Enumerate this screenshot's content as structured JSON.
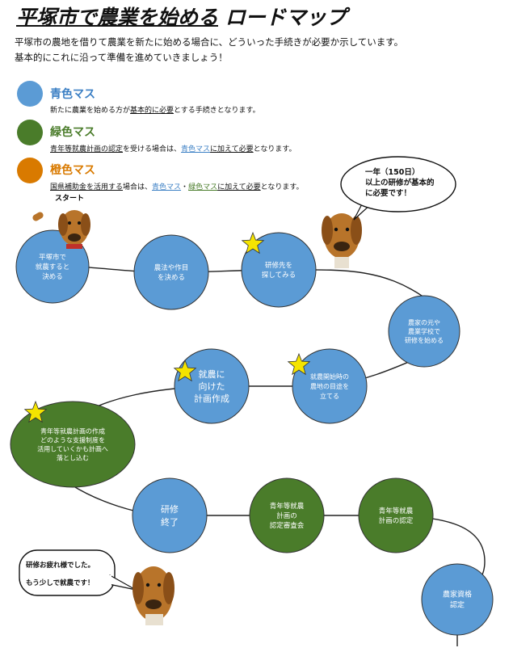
{
  "title": {
    "part1": "平塚市で農業を始める",
    "part2": "ロードマップ"
  },
  "intro": {
    "line1": "平塚市の農地を借りて農業を新たに始める場合に、どういった手続きが必要か示しています。",
    "line2": "基本的にこれに沿って準備を進めていきましょう！"
  },
  "legend": {
    "blue_title": "青色マス",
    "blue_desc_a": "新たに農業を始める方が",
    "blue_desc_b": "基本的に必要",
    "blue_desc_c": "とする手続きとなります。",
    "green_title": "緑色マス",
    "green_desc_a": "青年等就農計画の認定",
    "green_desc_b": "を受ける場合は、",
    "green_desc_c": "青色マス",
    "green_desc_d": "に加えて必要",
    "green_desc_e": "となります。",
    "orange_title": "橙色マス",
    "orange_desc_a": "国県補助金を活用する",
    "orange_desc_b": "場合は、",
    "orange_desc_c": "青色マス",
    "orange_desc_d": "・",
    "orange_desc_e": "緑色マス",
    "orange_desc_f": "に加えて必要",
    "orange_desc_g": "となります。"
  },
  "colors": {
    "blue": "#5b9bd5",
    "green": "#4a7c2a",
    "orange": "#d97a00"
  },
  "start_label": "スタート",
  "steps": [
    {
      "lines": [
        "平塚市で",
        "就農すると",
        "決める"
      ],
      "color": "blue",
      "star": false
    },
    {
      "lines": [
        "農法や作目",
        "を決める"
      ],
      "color": "blue",
      "star": false
    },
    {
      "lines": [
        "研修先を",
        "探してみる"
      ],
      "color": "blue",
      "star": true
    },
    {
      "lines": [
        "農家の元や",
        "農業学校で",
        "研修を始める"
      ],
      "color": "blue",
      "star": false
    },
    {
      "lines": [
        "就農開始時の",
        "農地の目途を",
        "立てる"
      ],
      "color": "blue",
      "star": true
    },
    {
      "lines": [
        "就農に",
        "向けた",
        "計画作成"
      ],
      "color": "blue",
      "star": true
    },
    {
      "lines": [
        "青年等就農計画の作成",
        "どのような支援制度を",
        "活用していくかも計画へ",
        "落とし込む"
      ],
      "color": "green",
      "star": true
    },
    {
      "lines": [
        "研修",
        "終了"
      ],
      "color": "blue",
      "star": false
    },
    {
      "lines": [
        "青年等就農",
        "計画の",
        "認定審査会"
      ],
      "color": "green",
      "star": false
    },
    {
      "lines": [
        "青年等就農",
        "計画の認定"
      ],
      "color": "green",
      "star": false
    },
    {
      "lines": [
        "農家資格",
        "認定"
      ],
      "color": "blue",
      "star": false
    }
  ],
  "bubble_top": [
    "一年（150日）",
    "以上の研修が基本的",
    "に必要です！"
  ],
  "bubble_bottom": [
    "研修お疲れ様でした。",
    "もう少しで就農です！"
  ]
}
